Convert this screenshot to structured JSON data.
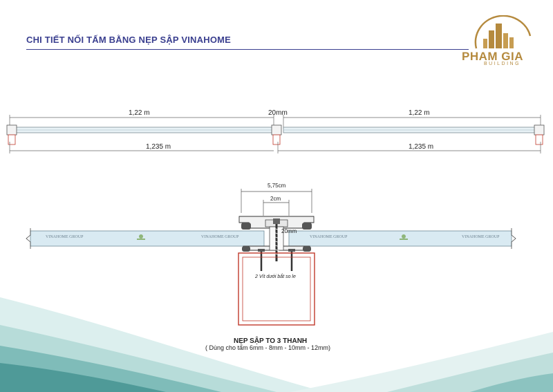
{
  "header": {
    "title": "CHI TIẾT NỐI TẤM BẰNG NẸP SẬP VINAHOME"
  },
  "logo": {
    "name": "PHAM GIA",
    "subtitle": "BUILDING",
    "color": "#b58a3e"
  },
  "top_view": {
    "panel_width_left": "1,22 m",
    "panel_width_right": "1,22 m",
    "gap": "20mm",
    "overall_left": "1,235 m",
    "overall_right": "1,235 m"
  },
  "detail_view": {
    "profile_width": "5,75cm",
    "inner_width": "2cm",
    "screw_length": "20mm",
    "screw_note": "2 Vít dưới bắt so le",
    "panel_brand": "VINAHOME GROUP"
  },
  "footer": {
    "product_name": "NẸP SẬP TO 3 THANH",
    "usage_note": "( Dùng cho tấm  6mm - 8mm - 10mm - 12mm)"
  },
  "colors": {
    "title": "#3a3f8f",
    "panel": "#d9eaf2",
    "outline": "#c0392b",
    "wave": "#5fa8a8"
  }
}
